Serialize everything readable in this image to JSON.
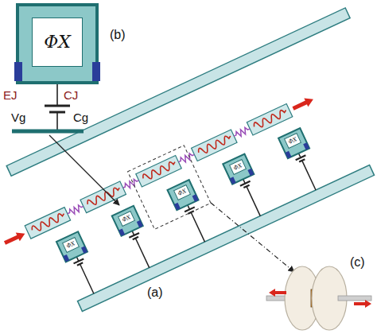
{
  "diagram": {
    "nodes": [
      {
        "text": [
          "ΦX"
        ]
      },
      {
        "text": [
          "ΦX"
        ]
      },
      {
        "text": [
          "ΦX"
        ]
      },
      {
        "text": [
          "ΦX"
        ]
      },
      {
        "text": [
          "ΦX"
        ]
      },
      {
        "text": [
          "ΦX"
        ]
      }
    ],
    "labels": [
      "(b)",
      "EJ",
      "CJ",
      "Vg",
      "Cg",
      "(a)",
      "(c)"
    ]
  }
}
